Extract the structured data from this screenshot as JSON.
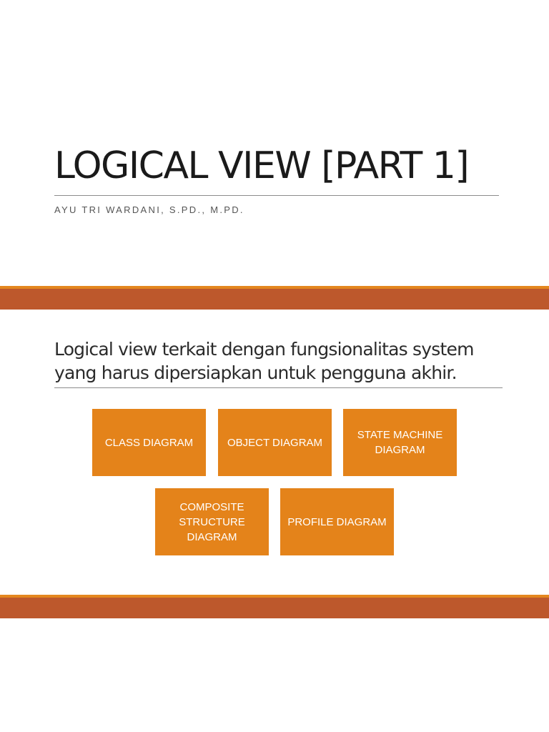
{
  "slide": {
    "title": "LOGICAL VIEW [PART 1]",
    "subtitle": "AYU TRI WARDANI, S.PD., M.PD.",
    "lead_lines": [
      "Logical view terkait dengan fungsionalitas system",
      "yang harus dipersiapkan untuk pengguna akhir."
    ],
    "colors": {
      "band": "#bd582c",
      "band_accent": "#e4871f",
      "box": "#e4831a"
    }
  },
  "diagram": {
    "boxes": [
      {
        "label": "CLASS DIAGRAM"
      },
      {
        "label": "OBJECT DIAGRAM"
      },
      {
        "label": "STATE MACHINE DIAGRAM"
      },
      {
        "label": "COMPOSITE STRUCTURE DIAGRAM"
      },
      {
        "label": "PROFILE DIAGRAM"
      }
    ]
  }
}
